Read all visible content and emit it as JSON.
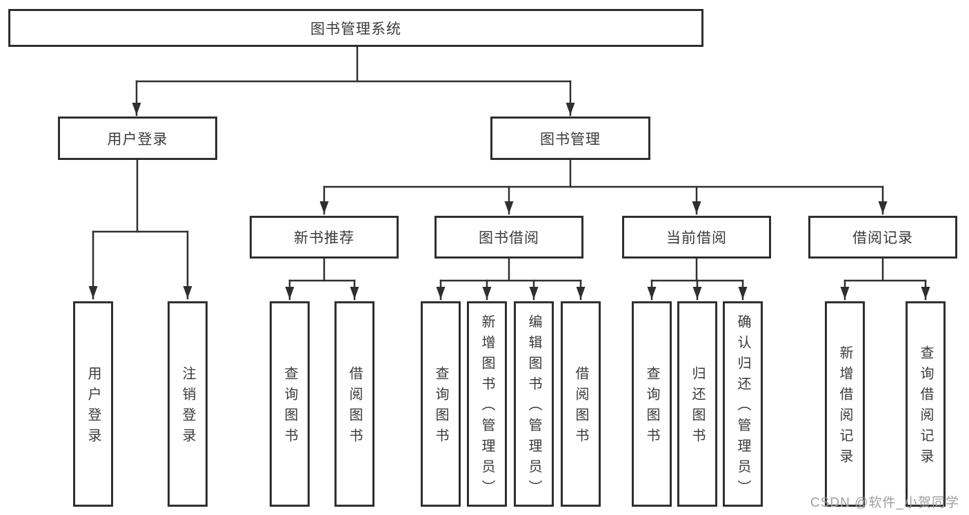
{
  "diagram": {
    "root": {
      "label": "图书管理系统"
    },
    "level1": [
      {
        "label": "用户登录"
      },
      {
        "label": "图书管理"
      }
    ],
    "level2": [
      {
        "label": "新书推荐"
      },
      {
        "label": "图书借阅"
      },
      {
        "label": "当前借阅"
      },
      {
        "label": "借阅记录"
      }
    ],
    "leaves": {
      "user_login": [
        "用户登录",
        "注销登录"
      ],
      "new_book_recommend": [
        "查询图书",
        "借阅图书"
      ],
      "book_borrow": [
        "查询图书",
        "新增图书（管理员）",
        "编辑图书（管理员）",
        "借阅图书"
      ],
      "current_borrow": [
        "查询图书",
        "归还图书",
        "确认归还（管理员）"
      ],
      "borrow_records": [
        "新增借阅记录",
        "查询借阅记录"
      ]
    }
  },
  "watermark": {
    "text": "CSDN @软件_小贺同学"
  },
  "colors": {
    "background": "#ffffff",
    "line": "#2f2f2f",
    "box_border": "#2f2f2f",
    "box_fill": "#ffffff",
    "text": "#3a3a3a",
    "watermark": "#9d9d9d"
  }
}
